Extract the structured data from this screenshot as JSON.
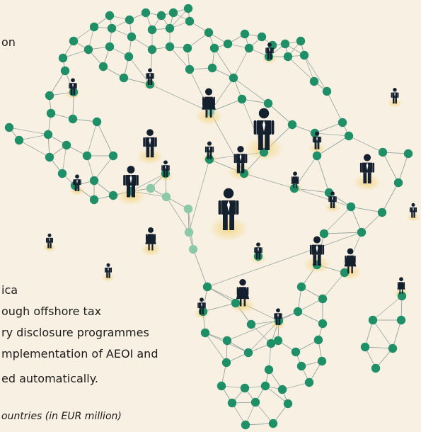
{
  "texts": {
    "frag_top": "on",
    "frag_line1": "ica",
    "frag_line2": "ough offshore tax",
    "frag_line3": "ry disclosure programmes",
    "frag_line4": "mplementation of AEOI and",
    "frag_line5": "ed automatically.",
    "caption": "ountries (in EUR million)"
  },
  "colors": {
    "background": "#f8f1e3",
    "node_dark": "#1f8f68",
    "node_light": "#8cc9a8",
    "edge": "#9aa7a3",
    "person": "#14202e"
  }
}
